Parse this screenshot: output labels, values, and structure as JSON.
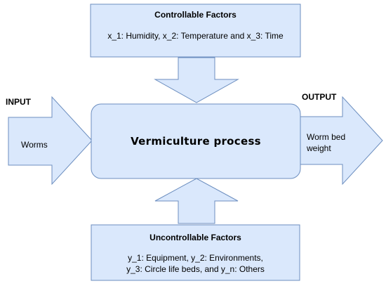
{
  "colors": {
    "fill": "#dae8fc",
    "stroke": "#6c8ebf",
    "text": "#000000",
    "background": "#ffffff"
  },
  "controllable": {
    "title": "Controllable Factors",
    "detail": "x_1: Humidity,  x_2: Temperature  and x_3: Time"
  },
  "process": {
    "label": "Vermiculture process"
  },
  "input": {
    "heading": "INPUT",
    "arrow_label": "Worms"
  },
  "output": {
    "heading": "OUTPUT",
    "arrow_label_line1": "Worm bed",
    "arrow_label_line2": "weight"
  },
  "uncontrollable": {
    "title": "Uncontrollable Factors",
    "detail_line1": "y_1: Equipment,  y_2: Environments,",
    "detail_line2": "y_3: Circle life beds, and y_n: Others"
  }
}
